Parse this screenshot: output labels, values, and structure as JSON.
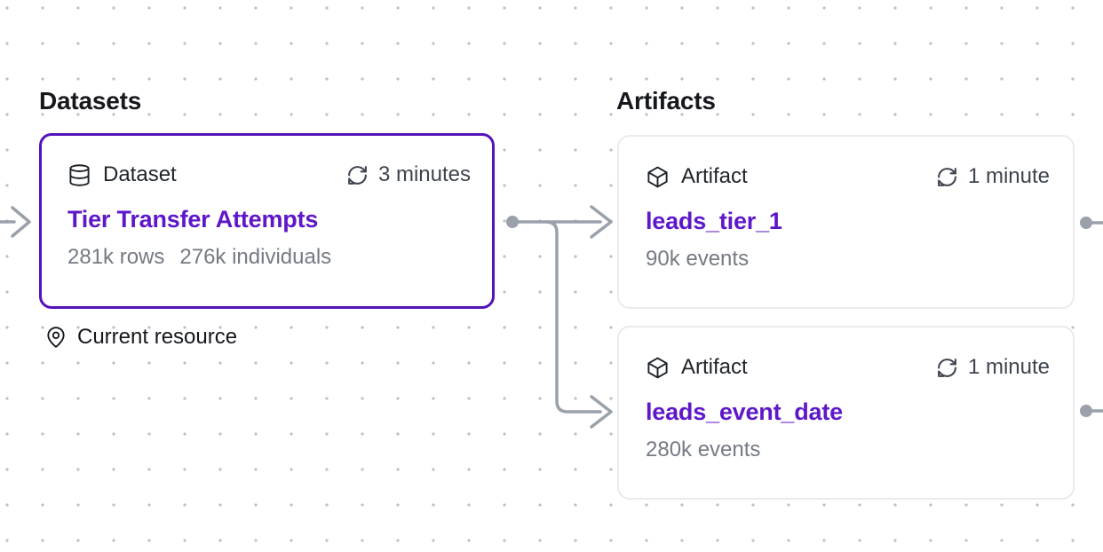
{
  "datasets": {
    "heading": "Datasets",
    "card": {
      "type_label": "Dataset",
      "refresh_label": "3 minutes",
      "title": "Tier Transfer Attempts",
      "stat_rows": "281k rows",
      "stat_individuals": "276k individuals"
    },
    "legend": {
      "label": "Current resource"
    }
  },
  "artifacts": {
    "heading": "Artifacts",
    "cards": [
      {
        "type_label": "Artifact",
        "refresh_label": "1 minute",
        "title": "leads_tier_1",
        "stat": "90k events"
      },
      {
        "type_label": "Artifact",
        "refresh_label": "1 minute",
        "title": "leads_event_date",
        "stat": "280k events"
      }
    ]
  },
  "colors": {
    "selected_node_border": "#5313b8",
    "link_purple": "#5e17c9",
    "edge_gray": "#9aa1aa",
    "card_border": "#eaeaef",
    "heading_text": "#16181d",
    "muted_text": "#757a83",
    "dot_grid": "#bfc0c7"
  }
}
